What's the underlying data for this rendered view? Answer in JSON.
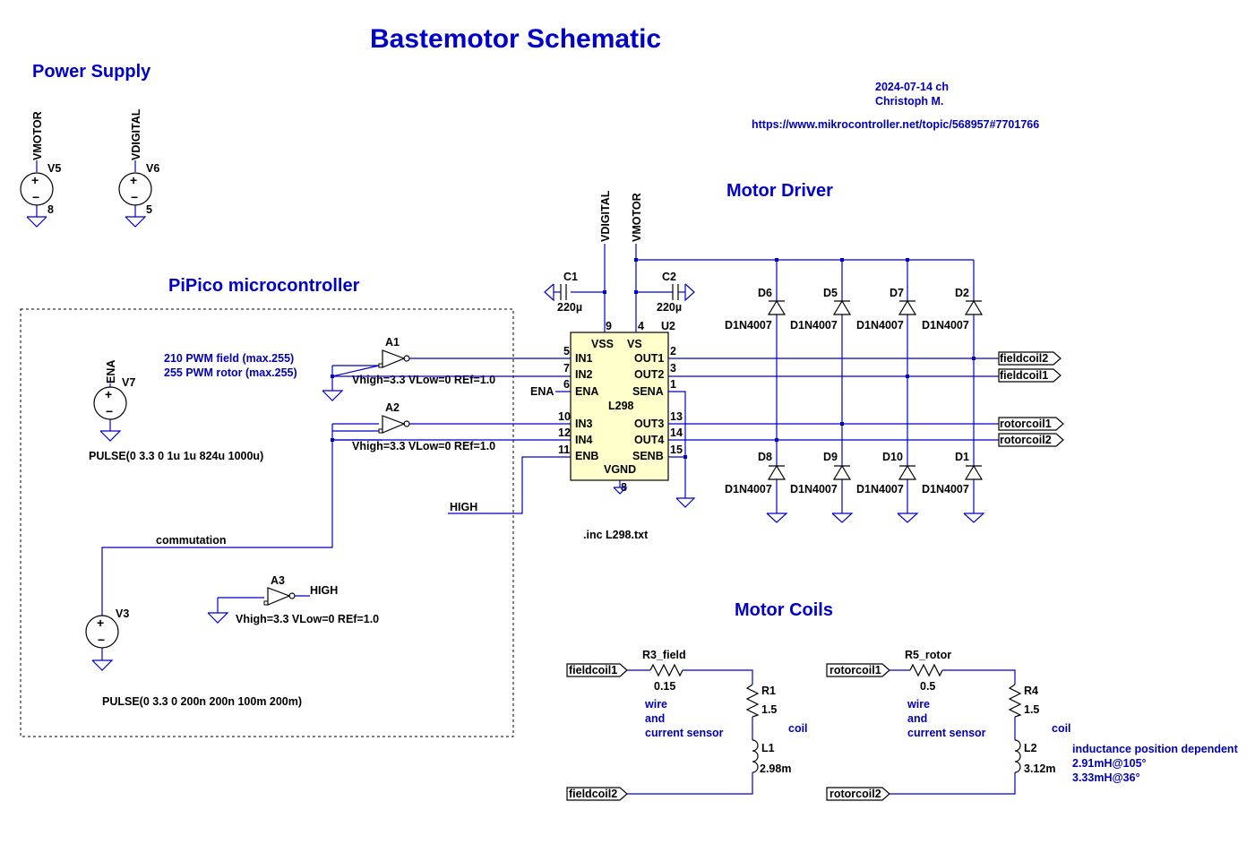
{
  "title": "Bastemotor Schematic",
  "sections": {
    "power_supply": "Power Supply",
    "microcontroller": "PiPico microcontroller",
    "motor_driver": "Motor Driver",
    "motor_coils": "Motor Coils"
  },
  "meta": {
    "date_author": "2024-07-14 ch",
    "author": "Christoph M.",
    "url": "https://www.mikrocontroller.net/topic/568957#7701766"
  },
  "sources": {
    "v5": {
      "name": "V5",
      "net": "VMOTOR",
      "value": "8"
    },
    "v6": {
      "name": "V6",
      "net": "VDIGITAL",
      "value": "5"
    },
    "v7": {
      "name": "V7",
      "net": "ENA",
      "value": "PULSE(0 3.3 0 1u 1u 824u 1000u)"
    },
    "v3": {
      "name": "V3",
      "value": "PULSE(0 3.3 0 200n 200n 100m 200m)"
    }
  },
  "pwm_notes": {
    "field": "210 PWM field (max.255)",
    "rotor": "255 PWM rotor (max.255)"
  },
  "inverters": {
    "a1": {
      "name": "A1",
      "params": "Vhigh=3.3 VLow=0 REf=1.0"
    },
    "a2": {
      "name": "A2",
      "params": "Vhigh=3.3 VLow=0 REf=1.0"
    },
    "a3": {
      "name": "A3",
      "params": "Vhigh=3.3 VLow=0 REf=1.0"
    }
  },
  "nets": {
    "high": "HIGH",
    "commutation": "commutation",
    "ena": "ENA",
    "vdigital": "VDIGITAL",
    "vmotor": "VMOTOR"
  },
  "capacitors": {
    "c1": {
      "name": "C1",
      "value": "220µ"
    },
    "c2": {
      "name": "C2",
      "value": "220µ"
    }
  },
  "driver": {
    "name": "U2",
    "part": "L298",
    "include": ".inc L298.txt",
    "pins": {
      "vss": "VSS",
      "vs": "VS",
      "in1": "IN1",
      "in2": "IN2",
      "ena": "ENA",
      "in3": "IN3",
      "in4": "IN4",
      "enb": "ENB",
      "vgnd": "VGND",
      "out1": "OUT1",
      "out2": "OUT2",
      "sena": "SENA",
      "out3": "OUT3",
      "out4": "OUT4",
      "senb": "SENB"
    },
    "pin_numbers": {
      "vss": "9",
      "vs": "4",
      "in1": "5",
      "in2": "7",
      "ena": "6",
      "in3": "10",
      "in4": "12",
      "enb": "11",
      "vgnd": "8",
      "out1": "2",
      "out2": "3",
      "sena": "1",
      "out3": "13",
      "out4": "14",
      "senb": "15"
    }
  },
  "diodes": {
    "d6": "D6",
    "d5": "D5",
    "d7": "D7",
    "d2": "D2",
    "d8": "D8",
    "d9": "D9",
    "d10": "D10",
    "d1": "D1",
    "model": "D1N4007"
  },
  "ports": {
    "fieldcoil1": "fieldcoil1",
    "fieldcoil2": "fieldcoil2",
    "rotorcoil1": "rotorcoil1",
    "rotorcoil2": "rotorcoil2"
  },
  "coils": {
    "r3": {
      "name": "R3_field",
      "value": "0.15"
    },
    "r1": {
      "name": "R1",
      "value": "1.5"
    },
    "l1": {
      "name": "L1",
      "value": "2.98m"
    },
    "r5": {
      "name": "R5_rotor",
      "value": "0.5"
    },
    "r4": {
      "name": "R4",
      "value": "1.5"
    },
    "l2": {
      "name": "L2",
      "value": "3.12m"
    },
    "wire": "wire",
    "and": "and",
    "current_sensor": "current sensor",
    "coil": "coil",
    "inductance_note": "inductance position dependent",
    "ind_105": "2.91mH@105°",
    "ind_36": "3.33mH@36°"
  }
}
